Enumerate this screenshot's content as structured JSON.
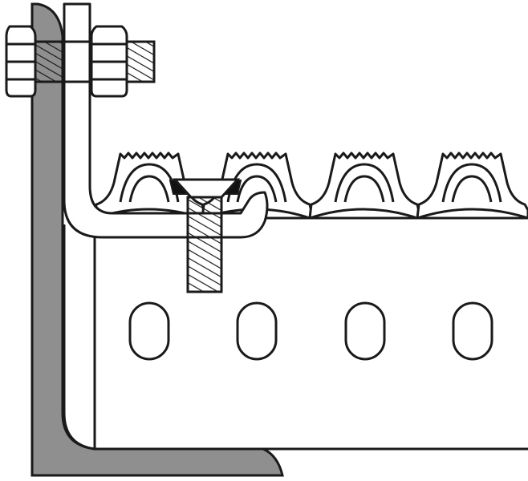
{
  "diagram": {
    "colors": {
      "outline": "#1a1a1a",
      "angle_fill": "#8f8f8f",
      "part_fill": "#ffffff",
      "gasket_fill": "#111111"
    },
    "components": [
      "angle-support",
      "j-bolt-hanger",
      "hex-nut",
      "threaded-rod",
      "grating-panel",
      "countersunk-screw",
      "slotted-holes"
    ],
    "counts": {
      "grating_ridges": 4,
      "slotted_holes": 4,
      "hex_nuts": 2
    }
  }
}
